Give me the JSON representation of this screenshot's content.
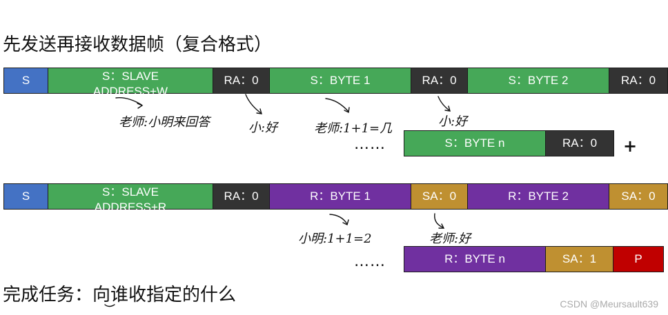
{
  "header": {
    "title": "先发送再接收数据帧（复合格式）"
  },
  "row1": {
    "s": "S",
    "slave_line1": "S：SLAVE",
    "slave_line2": "ADDRESS+W",
    "ra1": "RA：0",
    "byte1": "S：BYTE 1",
    "ra2": "RA：0",
    "byte2": "S：BYTE 2",
    "ra3": "RA：0"
  },
  "row1b": {
    "byten": "S：BYTE n",
    "ra": "RA：0",
    "plus": "+"
  },
  "row2": {
    "s": "S",
    "slave_line1": "S：SLAVE",
    "slave_line2": "ADDRESS+R",
    "ra1": "RA：0",
    "byte1": "R：BYTE 1",
    "sa1": "SA：0",
    "byte2": "R：BYTE 2",
    "sa2": "SA：0"
  },
  "row2b": {
    "byten": "R：BYTE n",
    "sa": "SA：1",
    "p": "P"
  },
  "ellipsis": "……",
  "annotations": {
    "a1": "老师:小明来回答",
    "a2": "小:好",
    "a3": "老师:1+1=几",
    "a4": "小:好",
    "a5": "小明:1+1=2",
    "a6": "老师:好"
  },
  "footer": {
    "task": "完成任务：向谁收指定的什么"
  },
  "watermark": "CSDN @Meursault639",
  "colors": {
    "start": "#4472c4",
    "send": "#46a858",
    "ack": "#333333",
    "receive": "#7030a0",
    "slave_ack": "#bf9031",
    "stop": "#c00000"
  }
}
